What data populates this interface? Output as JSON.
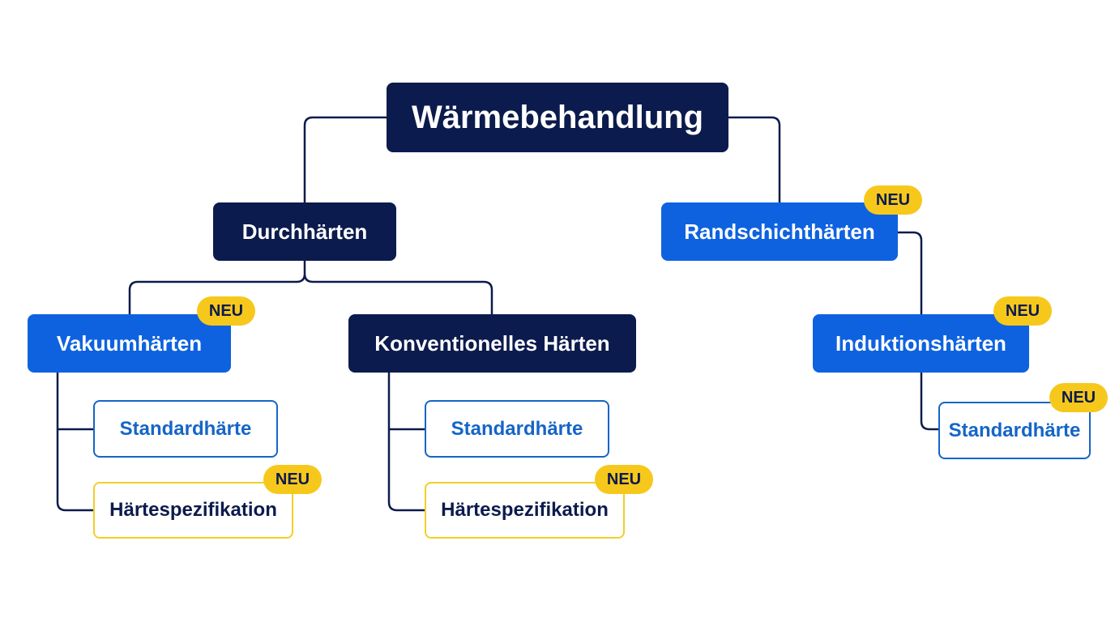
{
  "diagram": {
    "root": {
      "label": "Wärmebehandlung"
    },
    "badge_label": "NEU",
    "nodes": {
      "durchhaerten": {
        "label": "Durchhärten"
      },
      "randschicht": {
        "label": "Randschichthärten"
      },
      "vakuum": {
        "label": "Vakuumhärten"
      },
      "konventionell": {
        "label": "Konventionelles Härten"
      },
      "induktion": {
        "label": "Induktionshärten"
      },
      "vakuum_standard": {
        "label": "Standardhärte"
      },
      "vakuum_spez": {
        "label": "Härtespezifikation"
      },
      "konv_standard": {
        "label": "Standardhärte"
      },
      "konv_spez": {
        "label": "Härtespezifikation"
      },
      "induktion_standard": {
        "label": "Standardhärte"
      }
    },
    "colors": {
      "navy": "#0c1b4d",
      "blue": "#0e62e0",
      "leaf_blue": "#1565c7",
      "yellow": "#f7c81c",
      "yellow_border": "#f2cf2a"
    }
  }
}
